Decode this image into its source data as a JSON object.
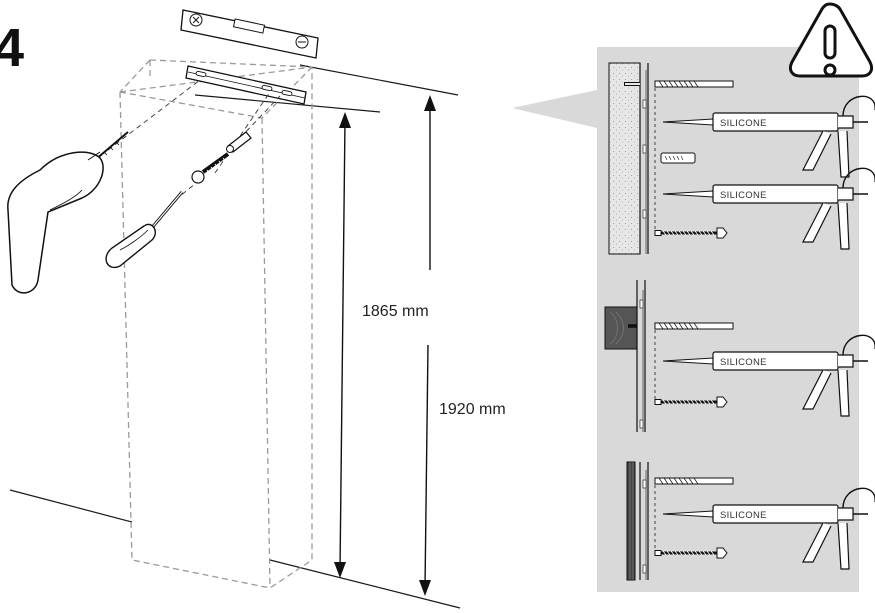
{
  "step_number": "4",
  "dimensions": {
    "inner_height": "1865 mm",
    "outer_height": "1920 mm"
  },
  "warning": {
    "icon": "warning-triangle-icon",
    "mark": "!"
  },
  "panels": [
    {
      "wall": "concrete-wall",
      "guns": [
        "SILICONE",
        "SILICONE"
      ]
    },
    {
      "wall": "wooden-stud-wall",
      "guns": [
        "SILICONE"
      ]
    },
    {
      "wall": "plasterboard-wall",
      "guns": [
        "SILICONE"
      ]
    }
  ],
  "colors": {
    "line": "#1a1a1a",
    "panel_bg": "#d9d9d9",
    "dashed": "#9a9a9a",
    "wood": "#555555"
  }
}
